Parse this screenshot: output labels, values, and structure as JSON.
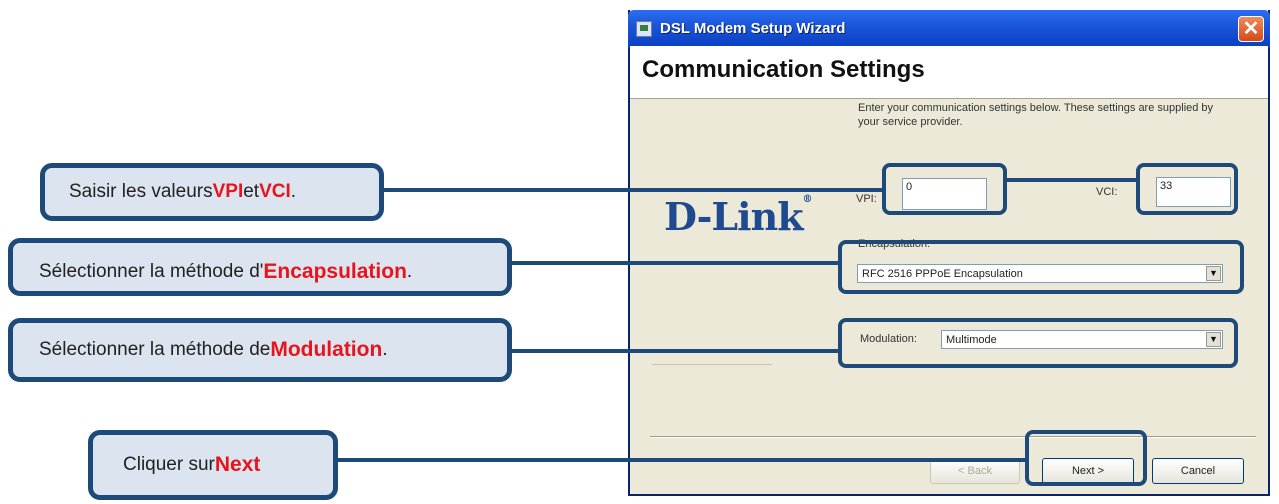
{
  "window": {
    "title": "DSL Modem Setup Wizard",
    "close_label": "✕",
    "header_title": "Communication Settings"
  },
  "logo": {
    "text": "D-Link",
    "reg": "®"
  },
  "form": {
    "intro": "Enter your communication settings below.  These settings are supplied by your service provider.",
    "vpi_label": "VPI:",
    "vpi_value": "0",
    "vci_label": "VCI:",
    "vci_value": "33",
    "encapsulation_label": "Encapsulation:",
    "encapsulation_value": "RFC 2516 PPPoE Encapsulation",
    "modulation_label": "Modulation:",
    "modulation_value": "Multimode"
  },
  "buttons": {
    "back": "< Back",
    "next": "Next >",
    "cancel": "Cancel"
  },
  "callouts": {
    "vpi_vci": {
      "prefix": "Saisir les valeurs ",
      "vpi": "VPI",
      "mid": " et ",
      "vci": "VCI",
      "suffix": "."
    },
    "encapsulation": {
      "prefix": "Sélectionner la méthode d'",
      "highlight": "Encapsulation",
      "suffix": "."
    },
    "modulation": {
      "prefix": "Sélectionner la méthode de ",
      "highlight": "Modulation",
      "suffix": "."
    },
    "next": {
      "prefix": "Cliquer sur ",
      "highlight": "Next"
    }
  },
  "colors": {
    "callout_border": "#1d4a78",
    "callout_fill": "#dce4f0",
    "highlight": "#e8141c",
    "titlebar": "#1b56d8"
  }
}
